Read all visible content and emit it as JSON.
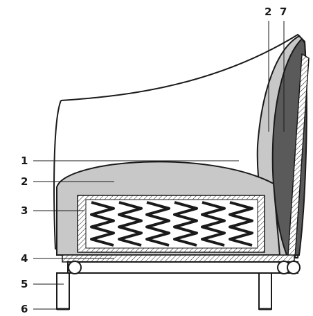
{
  "diagram": {
    "labels": {
      "l1": "1",
      "l2_left": "2",
      "l3": "3",
      "l4": "4",
      "l5": "5",
      "l6": "6",
      "l2_top": "2",
      "l7": "7"
    }
  },
  "colors": {
    "stroke": "#1a1a1a",
    "foam_light": "#c8c8c8",
    "foam_dark": "#5a5a5a",
    "spring": "#1a1a1a",
    "background": "#ffffff"
  }
}
